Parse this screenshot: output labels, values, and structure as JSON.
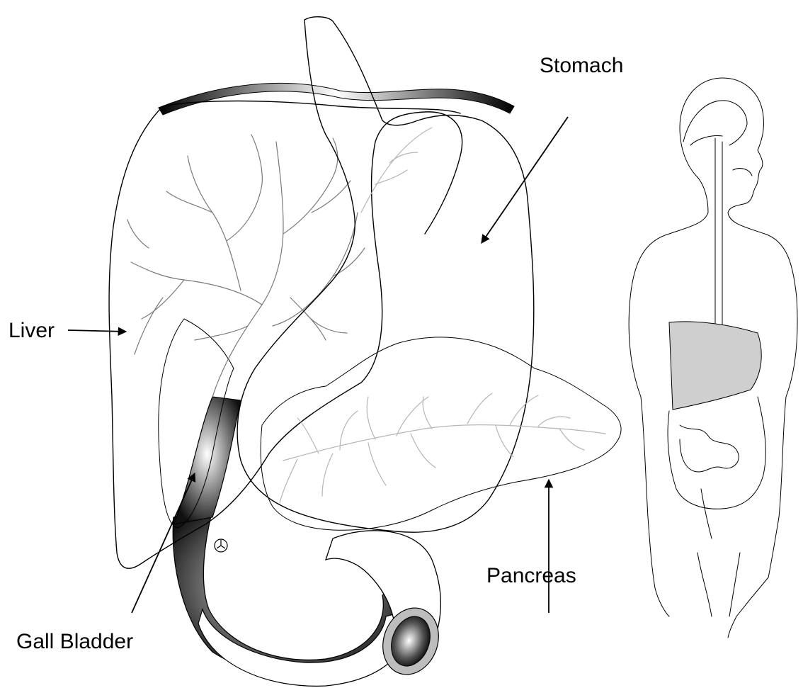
{
  "labels": {
    "stomach": "Stomach",
    "liver": "Liver",
    "gall_bladder": "Gall Bladder",
    "pancreas": "Pancreas"
  },
  "colors": {
    "background": "#ffffff",
    "outline": "#000000",
    "highlight_organs": "#cfcfcf"
  },
  "icons": [
    "diaphragm-band",
    "human-body-silhouette"
  ]
}
